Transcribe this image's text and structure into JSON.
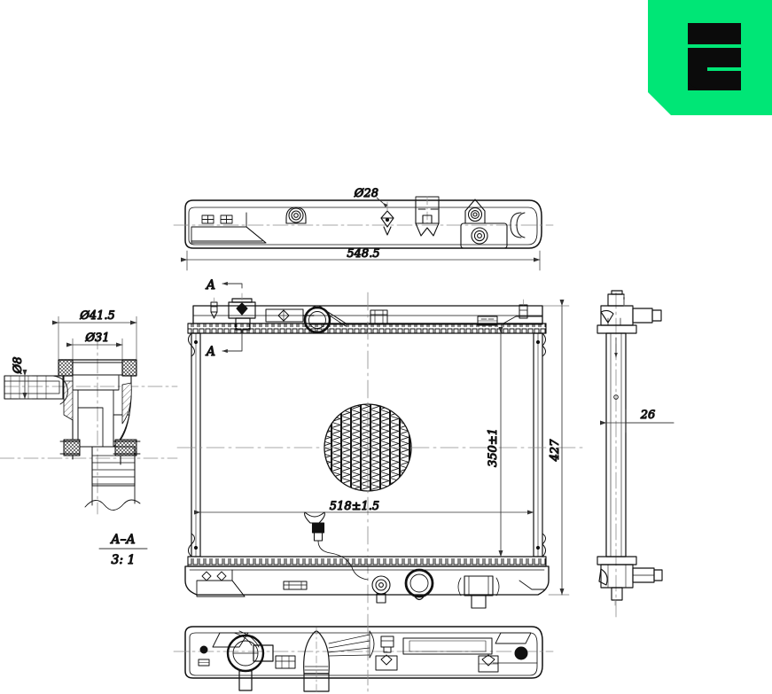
{
  "document": {
    "kind": "engineering-drawing",
    "subject": "automotive radiator",
    "title": ""
  },
  "brand": {
    "name": "brand-logo",
    "glyph": "E",
    "background_color": "#00e676",
    "mark_color": "#0b0b0b",
    "corner_cut": "bottom-left"
  },
  "views": [
    {
      "id": "top-view",
      "label": "",
      "position": "top"
    },
    {
      "id": "front-view",
      "label": "",
      "position": "center"
    },
    {
      "id": "section-a-a",
      "label": "A-A",
      "scale": "3: 1",
      "position": "left"
    },
    {
      "id": "right-side-view",
      "label": "",
      "position": "right"
    },
    {
      "id": "bottom-view",
      "label": "",
      "position": "bottom"
    }
  ],
  "dimensions": {
    "overall_top_length": "548.5",
    "core_width": "518±1.5",
    "core_height": "350±1",
    "overall_height": "427",
    "core_thickness": "26",
    "inlet_diameter": "Ø28",
    "neck_outer_diameter": "Ø41.5",
    "neck_inner_diameter": "Ø31",
    "vent_diameter": "Ø8"
  },
  "section": {
    "mark": "A",
    "arrow_top_label": "A",
    "arrow_bottom_label": "A",
    "title": "A–A",
    "scale_label": "3: 1"
  },
  "line_colors": {
    "outline": "#111111",
    "thin": "#222222",
    "center_line": "#8a8a8a",
    "dimension": "#333333",
    "hatch": "#2a2a2a"
  },
  "details": {
    "core_pattern": "finned-tube core (vertical tubes with corrugated fins)",
    "core_magnifier_note": "circular detail magnifier on core"
  }
}
